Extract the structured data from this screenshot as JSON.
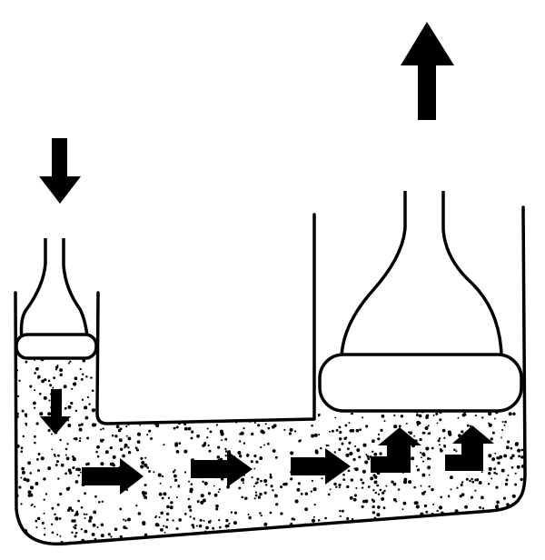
{
  "diagram": {
    "subject": "hydraulic press",
    "colors": {
      "ink": "#000000",
      "paper": "#ffffff"
    },
    "elements": {
      "input_force_arrow": "arrow-down-icon",
      "output_force_arrow": "arrow-up-icon",
      "small_piston": "small-piston",
      "large_piston": "large-piston",
      "fluid": "hydraulic-fluid",
      "flow_arrows": [
        "flow-arrow-down-icon",
        "flow-arrow-right-icon",
        "flow-arrow-right-icon",
        "flow-arrow-right-icon",
        "flow-arrow-up-icon",
        "flow-arrow-up-icon"
      ]
    }
  }
}
